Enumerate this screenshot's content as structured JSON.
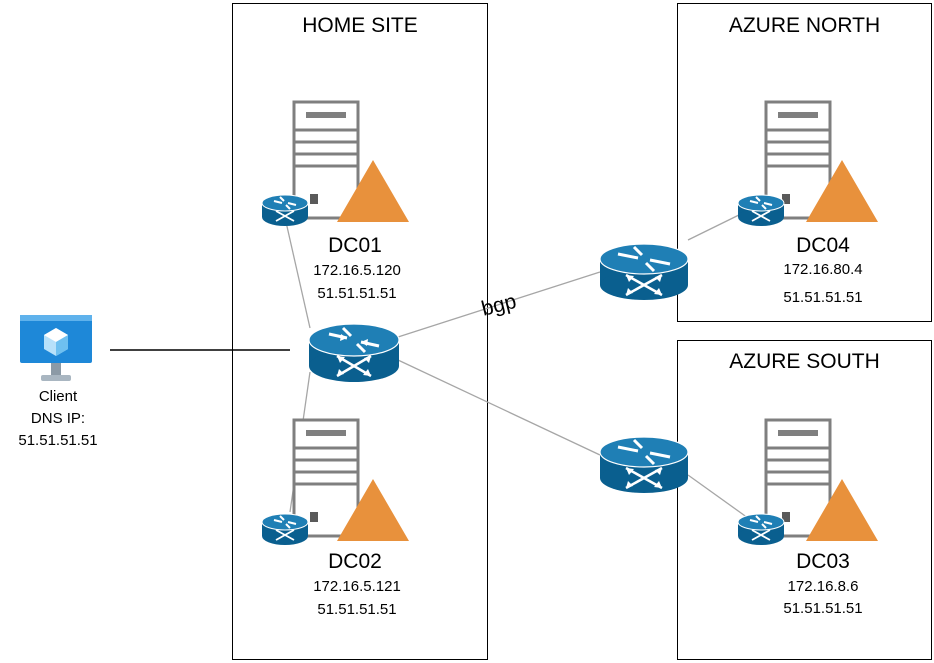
{
  "sites": {
    "home": {
      "title": "HOME SITE"
    },
    "azure_north": {
      "title": "AZURE NORTH"
    },
    "azure_south": {
      "title": "AZURE SOUTH"
    }
  },
  "dcs": {
    "dc01": {
      "name": "DC01",
      "ip": "172.16.5.120",
      "dns": "51.51.51.51"
    },
    "dc02": {
      "name": "DC02",
      "ip": "172.16.5.121",
      "dns": "51.51.51.51"
    },
    "dc03": {
      "name": "DC03",
      "ip": "172.16.8.6",
      "dns": "51.51.51.51"
    },
    "dc04": {
      "name": "DC04",
      "ip": "172.16.80.4",
      "dns": "51.51.51.51"
    }
  },
  "client": {
    "label": "Client",
    "dns_label": "DNS IP:",
    "dns_ip": "51.51.51.51"
  },
  "links": {
    "bgp_label": "bgp"
  },
  "colors": {
    "router": "#0a5f8f",
    "router_dark": "#06476b",
    "warning": "#e8913c",
    "server": "#7f7f7f",
    "monitor": "#1e88d8",
    "line": "#a6a6a6"
  },
  "icons": {
    "server": "server-icon",
    "router": "router-icon",
    "warning": "warning-triangle-icon",
    "client": "monitor-icon"
  }
}
